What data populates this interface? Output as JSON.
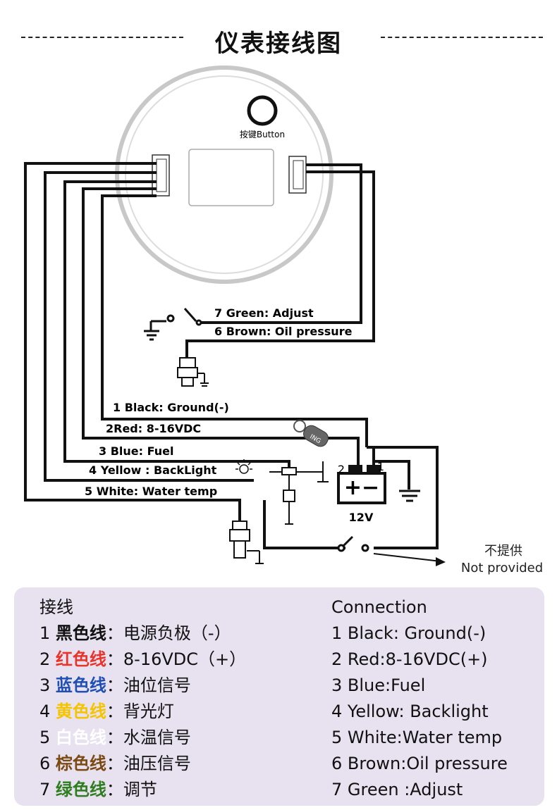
{
  "title": "仪表接线图",
  "gauge": {
    "button_label": "按键Button"
  },
  "wires": {
    "w7": "7 Green: Adjust",
    "w6": "6 Brown: Oil pressure",
    "w1": "1 Black: Ground(-)",
    "w2": "2Red: 8-16VDC",
    "w3": "3 Blue: Fuel",
    "w4": "4 Yellow : BackLight",
    "w5": "5 White: Water temp"
  },
  "battery": {
    "label": "12V",
    "terminal_2": "2",
    "terminal_1": "1",
    "sign": "+−"
  },
  "ignition": {
    "label": "ING"
  },
  "not_provided": {
    "cn": "不提供",
    "en": "Not provided"
  },
  "legend": {
    "left_title": "接线",
    "right_title": "Connection",
    "left": [
      {
        "num": "1 ",
        "color_name": "黑色线",
        "desc": "：电源负极（-）",
        "color": "#111111"
      },
      {
        "num": "2 ",
        "color_name": "红色线",
        "desc": "：8-16VDC（+）",
        "color": "#e8352b"
      },
      {
        "num": "3 ",
        "color_name": "蓝色线",
        "desc": "：油位信号",
        "color": "#1f4fb4"
      },
      {
        "num": "4 ",
        "color_name": "黄色线",
        "desc": "：背光灯",
        "color": "#f5c400"
      },
      {
        "num": "5 ",
        "color_name": "白色线",
        "desc": "：水温信号",
        "color": "#ffffff"
      },
      {
        "num": "6 ",
        "color_name": "棕色线",
        "desc": "：油压信号",
        "color": "#7a4a12"
      },
      {
        "num": "7 ",
        "color_name": "绿色线",
        "desc": "：调节",
        "color": "#2e7d1f"
      }
    ],
    "right": [
      "1 Black: Ground(-)",
      "2 Red:8-16VDC(+)",
      "3 Blue:Fuel",
      "4 Yellow: Backlight",
      "5 White:Water temp",
      "6 Brown:Oil pressure",
      "7 Green :Adjust"
    ]
  }
}
